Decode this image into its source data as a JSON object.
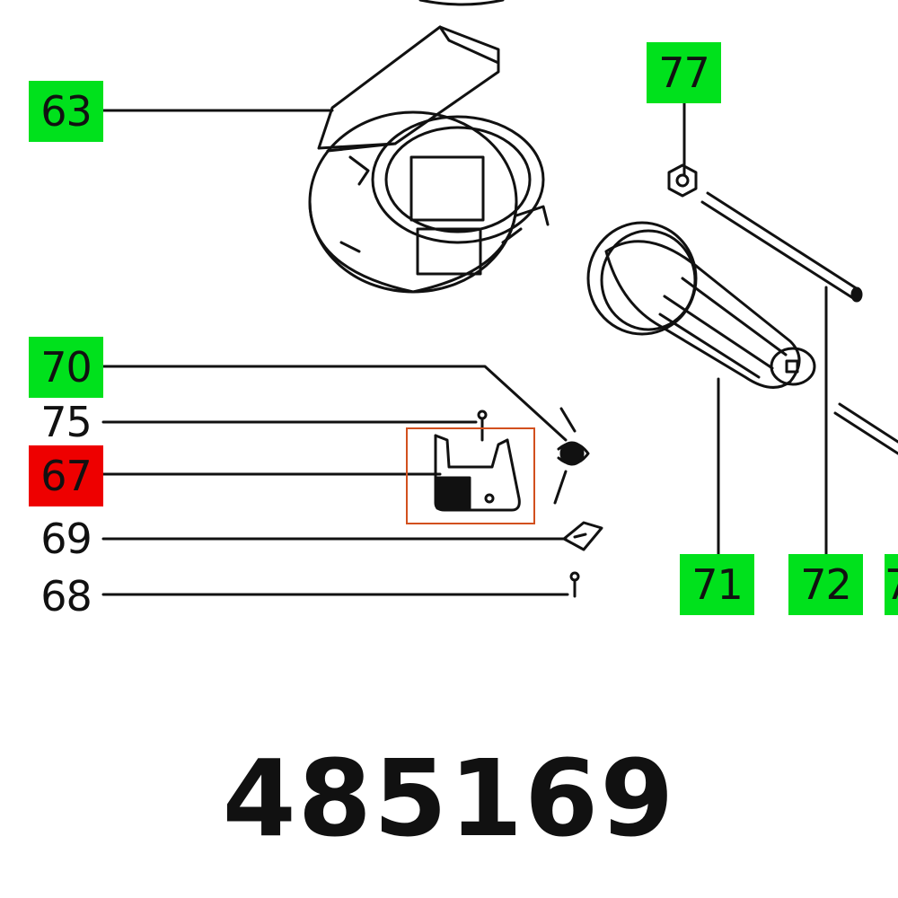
{
  "diagram": {
    "part_number": "485169",
    "callouts": [
      {
        "id": "c63",
        "label": "63",
        "status": "available"
      },
      {
        "id": "c77",
        "label": "77",
        "status": "available"
      },
      {
        "id": "c70",
        "label": "70",
        "status": "available"
      },
      {
        "id": "c75",
        "label": "75",
        "status": "unlisted"
      },
      {
        "id": "c67",
        "label": "67",
        "status": "selected"
      },
      {
        "id": "c69",
        "label": "69",
        "status": "unlisted"
      },
      {
        "id": "c68",
        "label": "68",
        "status": "unlisted"
      },
      {
        "id": "c71",
        "label": "71",
        "status": "available"
      },
      {
        "id": "c72",
        "label": "72",
        "status": "available"
      },
      {
        "id": "c73",
        "label": "7",
        "status": "available"
      }
    ],
    "colors": {
      "available": "#00e11c",
      "selected": "#ee0000",
      "highlight_box": "#d2501e",
      "line": "#111111"
    },
    "icons": [
      "guard-hood-icon",
      "handle-icon",
      "pin-icon",
      "nut-icon",
      "spring-icon",
      "clip-icon",
      "screw-icon",
      "plate-icon"
    ]
  }
}
